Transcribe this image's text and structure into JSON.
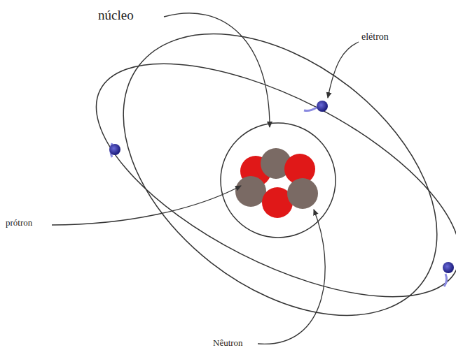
{
  "diagram": {
    "labels": [
      "núcleo",
      "elétron",
      "prótron",
      "Nêutron"
    ]
  }
}
